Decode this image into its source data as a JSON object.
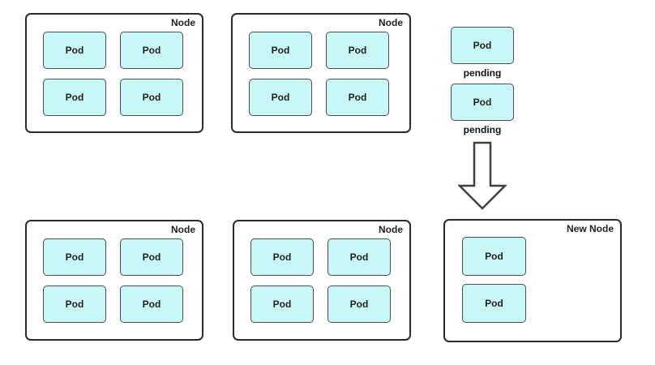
{
  "diagram": {
    "nodes": [
      {
        "label": "Node",
        "pods": [
          "Pod",
          "Pod",
          "Pod",
          "Pod"
        ]
      },
      {
        "label": "Node",
        "pods": [
          "Pod",
          "Pod",
          "Pod",
          "Pod"
        ]
      },
      {
        "label": "Node",
        "pods": [
          "Pod",
          "Pod",
          "Pod",
          "Pod"
        ]
      },
      {
        "label": "Node",
        "pods": [
          "Pod",
          "Pod",
          "Pod",
          "Pod"
        ]
      }
    ],
    "pending_pods": [
      {
        "label": "Pod",
        "status": "pending"
      },
      {
        "label": "Pod",
        "status": "pending"
      }
    ],
    "arrow": {
      "direction": "down"
    },
    "new_node": {
      "label": "New Node",
      "pods": [
        "Pod",
        "Pod"
      ]
    }
  },
  "colors": {
    "background": "#ffffff",
    "pod_fill": "#c9f7f7",
    "pod_border": "#4c4c4c",
    "node_border": "#2b2b2b",
    "text": "#1f1f1f",
    "arrow_outline": "#404040"
  }
}
